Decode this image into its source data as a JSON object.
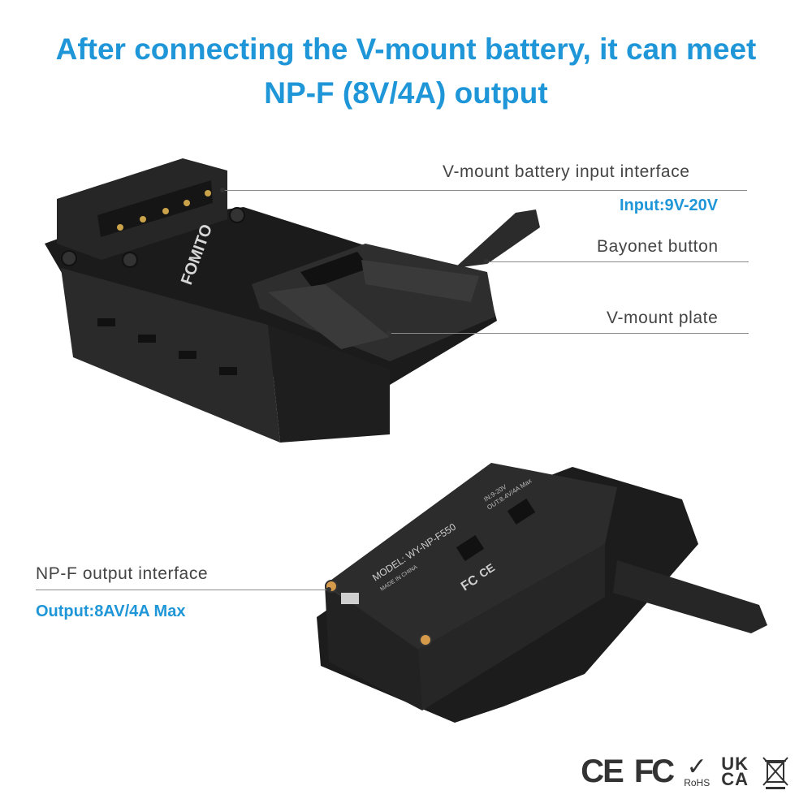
{
  "headline": {
    "line1": "After connecting the V-mount battery, it can meet",
    "line2": "NP-F (8V/4A) output"
  },
  "top_product": {
    "brand": "FOMITO",
    "callouts": [
      {
        "label": "V-mount battery input interface",
        "spec": "Input:9V-20V"
      },
      {
        "label": "Bayonet button"
      },
      {
        "label": "V-mount plate"
      }
    ]
  },
  "bottom_product": {
    "model_line": "MODEL: WY-NP-F550",
    "made_in": "MADE IN CHINA",
    "in_spec": "IN:9-20V",
    "out_spec": "OUT:8.4V/4A  Max",
    "callout": {
      "label": "NP-F output interface",
      "spec": "Output:8AV/4A Max"
    }
  },
  "certifications": {
    "ce": "CE",
    "fc": "FC",
    "rohs": "RoHS",
    "ukca_top": "UK",
    "ukca_bottom": "CA"
  },
  "colors": {
    "accent": "#1f96d8",
    "device": "#222222",
    "text": "#444444"
  }
}
